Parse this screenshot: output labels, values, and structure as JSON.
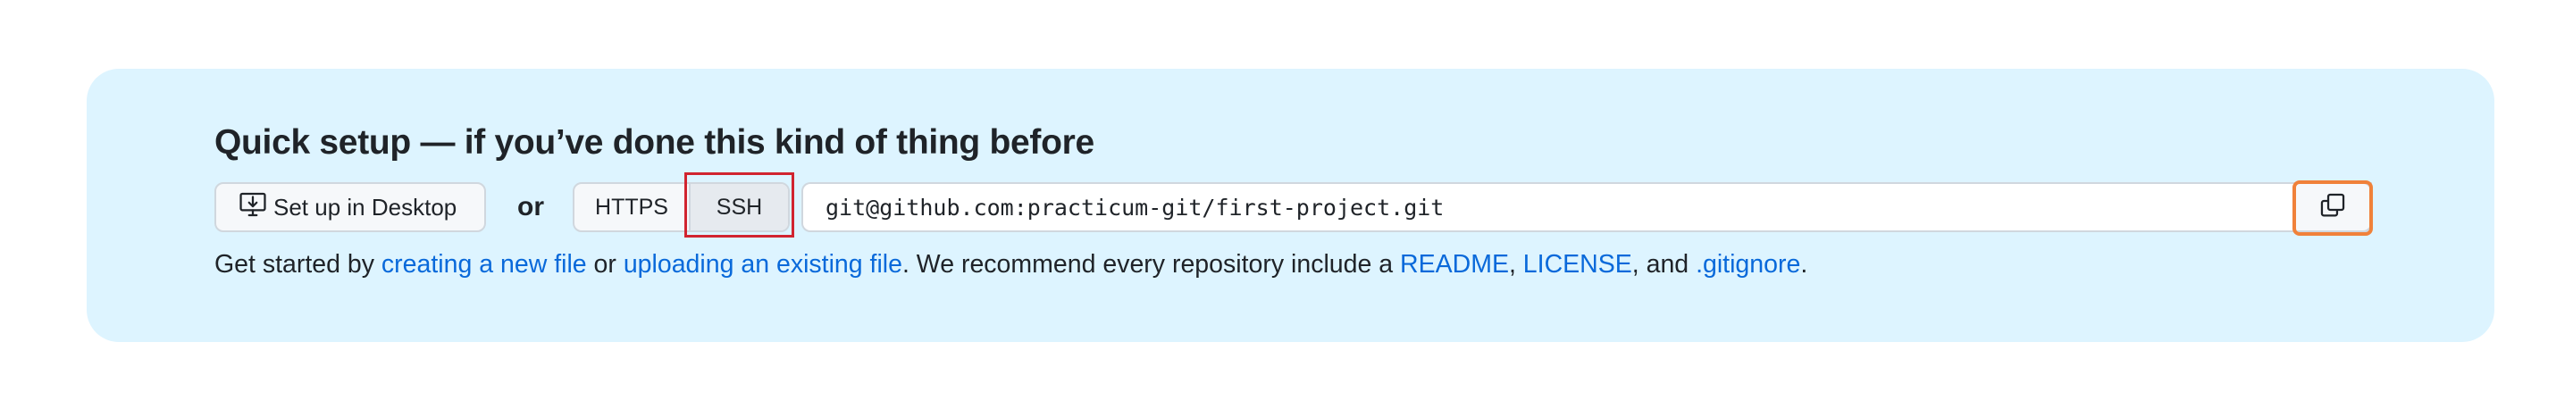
{
  "setup": {
    "heading": "Quick setup — if you’ve done this kind of thing before",
    "desktop_button": "Set up in Desktop",
    "or_label": "or",
    "protocols": {
      "https": "HTTPS",
      "ssh": "SSH"
    },
    "clone_url": "git@github.com:practicum-git/first-project.git"
  },
  "help": {
    "prefix": "Get started by ",
    "link_new_file": "creating a new file",
    "mid1": " or ",
    "link_upload": "uploading an existing file",
    "mid2": ". We recommend every repository include a ",
    "link_readme": "README",
    "sep1": ", ",
    "link_license": "LICENSE",
    "sep2": ", and ",
    "link_gitignore": ".gitignore",
    "suffix": "."
  },
  "icons": {
    "desktop": "desktop-download-icon",
    "copy": "copy-icon"
  },
  "colors": {
    "panel_bg": "#ddf4ff",
    "link": "#0969da",
    "ssh_highlight": "#d1242f",
    "copy_highlight": "#f0813a"
  }
}
